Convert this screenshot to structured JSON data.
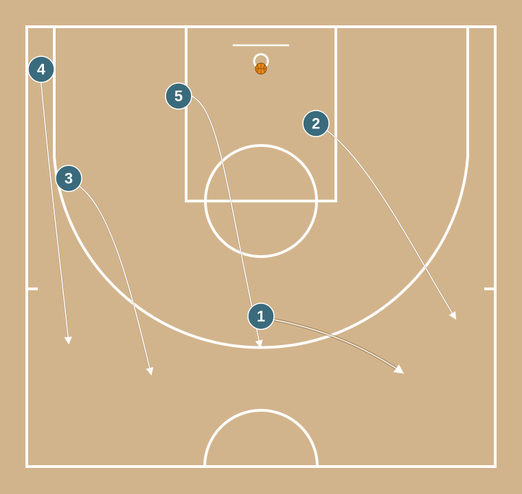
{
  "colors": {
    "court": "#d2b48c",
    "lines": "#ffffff",
    "player_fill": "#3a6b7c",
    "ball": "#e88a1a"
  },
  "ball": {
    "icon": "basketball-icon"
  },
  "players": [
    {
      "id": "player-1",
      "label": "1"
    },
    {
      "id": "player-2",
      "label": "2"
    },
    {
      "id": "player-3",
      "label": "3"
    },
    {
      "id": "player-4",
      "label": "4"
    },
    {
      "id": "player-5",
      "label": "5"
    }
  ]
}
